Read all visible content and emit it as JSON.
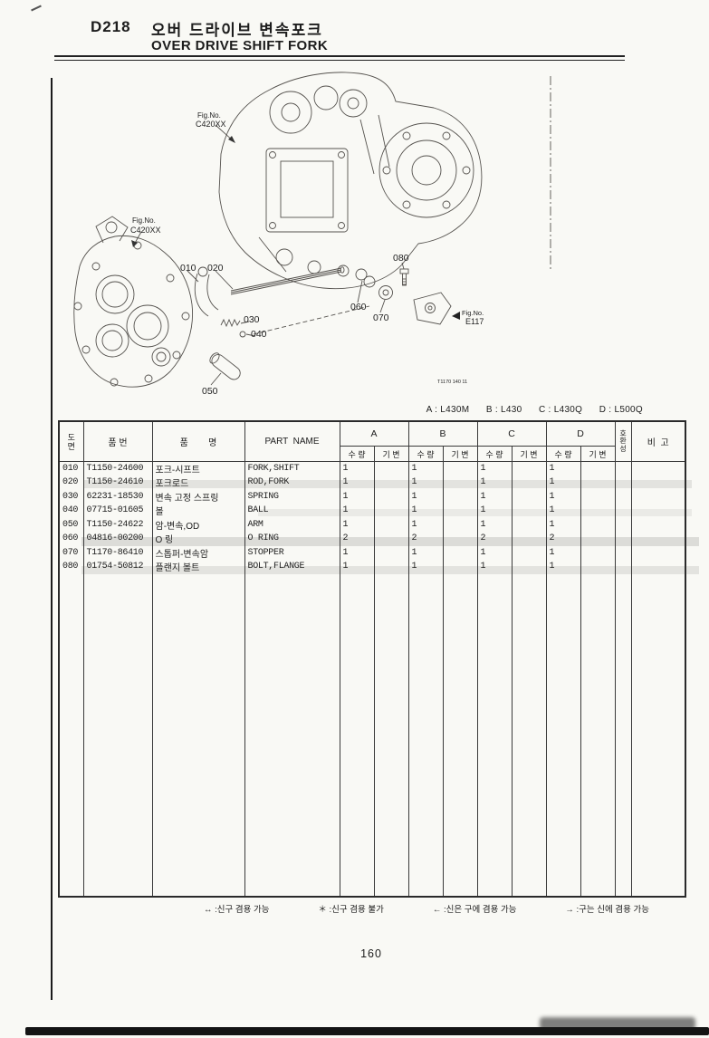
{
  "header": {
    "code": "D218",
    "title_kr": "오버 드라이브 변속포크",
    "title_en": "OVER DRIVE SHIFT FORK"
  },
  "diagram": {
    "fig1_label": "Fig.No.",
    "fig1_code": "C420XX",
    "fig2_label": "Fig.No.",
    "fig2_code": "C420XX",
    "fig3_label": "Fig.No.",
    "fig3_code": "E117",
    "stamp": "T1170 140 11",
    "callouts": {
      "c010": "010",
      "c020": "020",
      "c030": "030",
      "c040": "040",
      "c050": "050",
      "c060": "060",
      "c070": "070",
      "c080": "080"
    }
  },
  "models_line": "A : L430M      B : L430      C : L430Q      D : L500Q",
  "table": {
    "headers": {
      "ref": "도\n면",
      "part_no": "품 번",
      "name": "품        명",
      "part_name": "PART  NAME",
      "qty": "수 량",
      "variant": "기 변",
      "groups": [
        "A",
        "B",
        "C",
        "D"
      ],
      "compat": "호\n환\n성",
      "remarks": "비  고"
    },
    "rows": [
      {
        "ref": "010",
        "part_no": "T1150-24600",
        "name_kr": "포크-시프트",
        "part_name": "FORK,SHIFT",
        "qty_a": "1",
        "qty_b": "1",
        "qty_c": "1",
        "qty_d": "1"
      },
      {
        "ref": "020",
        "part_no": "T1150-24610",
        "name_kr": "포크로드",
        "part_name": "ROD,FORK",
        "qty_a": "1",
        "qty_b": "1",
        "qty_c": "1",
        "qty_d": "1"
      },
      {
        "ref": "030",
        "part_no": "62231-18530",
        "name_kr": "변속 고정 스프링",
        "part_name": "SPRING",
        "qty_a": "1",
        "qty_b": "1",
        "qty_c": "1",
        "qty_d": "1"
      },
      {
        "ref": "040",
        "part_no": "07715-01605",
        "name_kr": "볼",
        "part_name": "BALL",
        "qty_a": "1",
        "qty_b": "1",
        "qty_c": "1",
        "qty_d": "1"
      },
      {
        "ref": "050",
        "part_no": "T1150-24622",
        "name_kr": "암-변속,OD",
        "part_name": "ARM",
        "qty_a": "1",
        "qty_b": "1",
        "qty_c": "1",
        "qty_d": "1"
      },
      {
        "ref": "060",
        "part_no": "04816-00200",
        "name_kr": "O 링",
        "part_name": "O RING",
        "qty_a": "2",
        "qty_b": "2",
        "qty_c": "2",
        "qty_d": "2"
      },
      {
        "ref": "070",
        "part_no": "T1170-86410",
        "name_kr": "스톱퍼-변속암",
        "part_name": "STOPPER",
        "qty_a": "1",
        "qty_b": "1",
        "qty_c": "1",
        "qty_d": "1"
      },
      {
        "ref": "080",
        "part_no": "01754-50812",
        "name_kr": "플랜지 볼트",
        "part_name": "BOLT,FLANGE",
        "qty_a": "1",
        "qty_b": "1",
        "qty_c": "1",
        "qty_d": "1"
      }
    ]
  },
  "legend": {
    "items": [
      "↔ :신구 겸용 가능",
      "＊ :신구 겸용 불가",
      "← :신은 구에 겸용 가능",
      "→ :구는 신에 겸용 가능"
    ]
  },
  "footer": {
    "page_number": "160"
  }
}
